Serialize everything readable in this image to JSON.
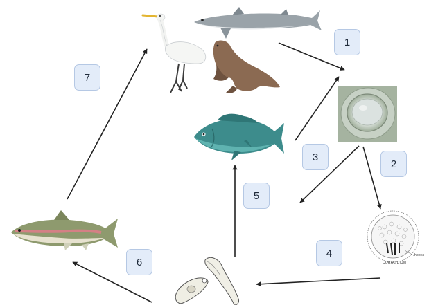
{
  "diagram": {
    "step_labels": [
      "1",
      "2",
      "3",
      "4",
      "5",
      "6",
      "7"
    ],
    "stage_labels": {
      "coracidium": "CORACIDIUM",
      "hooks": "hooks"
    },
    "organisms": [
      "great-egret",
      "dogfish-shark",
      "sea-lion",
      "egg",
      "coracidium",
      "copepod-procercoid",
      "perch-fish",
      "rainbow-trout"
    ]
  }
}
